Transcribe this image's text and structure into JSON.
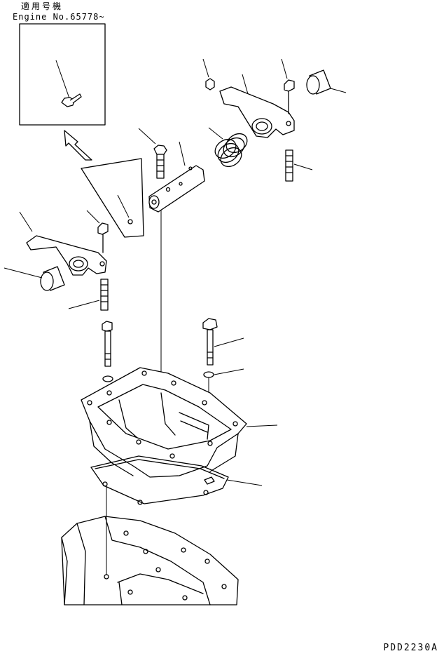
{
  "header": {
    "applicability_label": "適用号機",
    "engine_serial": "Engine No.65778~"
  },
  "drawing_code": "PDD2230A",
  "line_color": "#000000",
  "background_color": "#ffffff"
}
